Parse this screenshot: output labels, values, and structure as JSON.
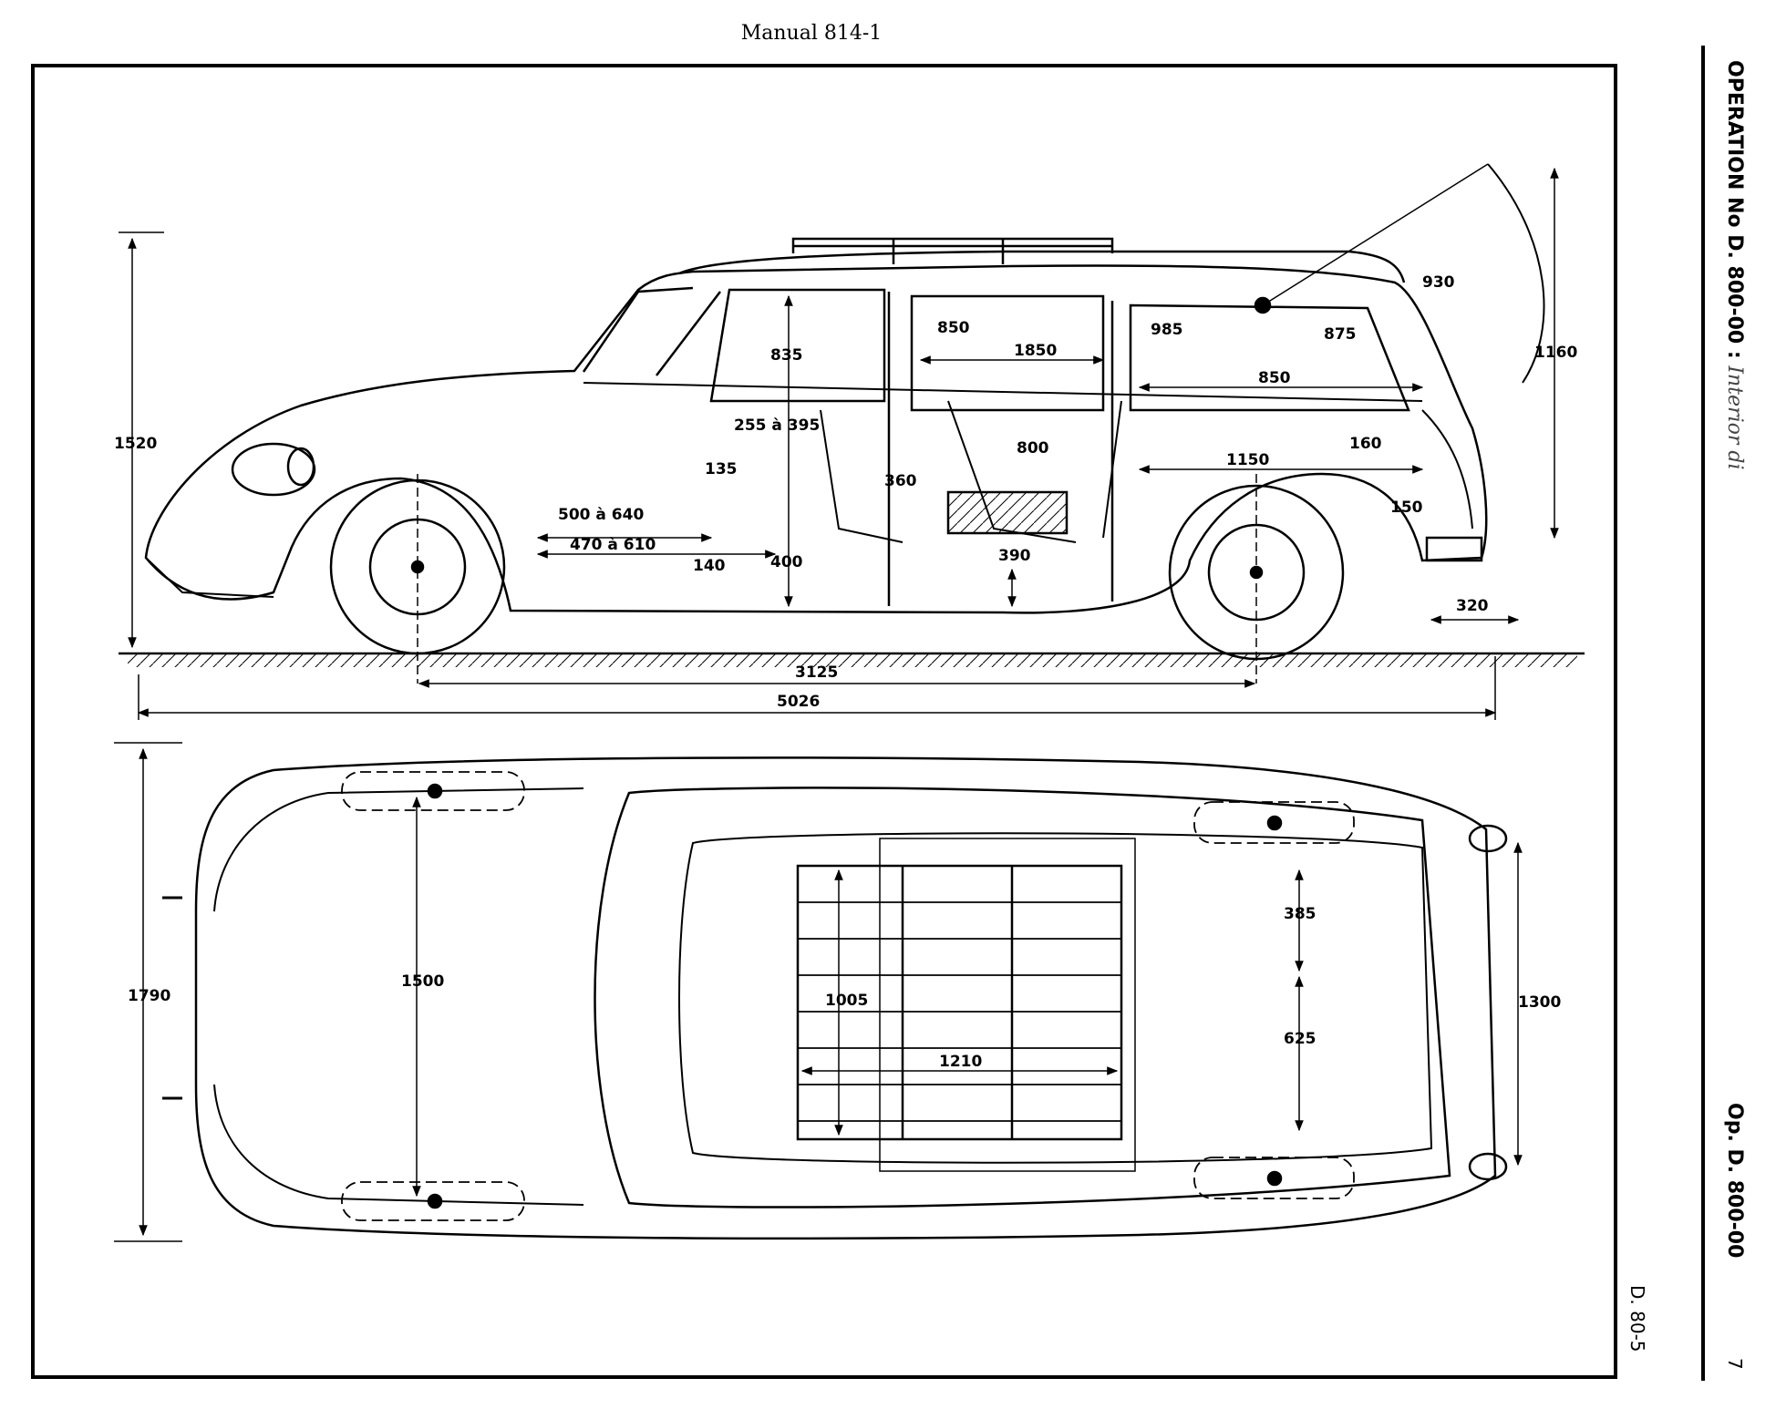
{
  "header": {
    "manual": "Manual 814-1"
  },
  "side_text": {
    "operation_title": "OPERATION No D. 800-00 :",
    "operation_subtitle": "Interior di",
    "operation_short": "Op. D. 800-00",
    "drawing_ref": "D. 80-5",
    "page_number": "7"
  },
  "side_view_dimensions": {
    "overall_height": "1520",
    "rear_height": "1160",
    "tailgate_arc": "930",
    "front_headroom": "835",
    "mid_headroom": "850",
    "rear_headroom": "985",
    "rear_door_clearance": "875",
    "interior_length": "1850",
    "cargo_length": "850",
    "cargo_floor_length": "1150",
    "seat_range": "255 à 395",
    "seat_back": "800",
    "cushion_height": "135",
    "pedal_reach": "360",
    "front_legroom": "500 à 640",
    "cushion_legroom": "470 à 610",
    "floor_step": "140",
    "front_seat_height": "400",
    "rear_seat_height": "390",
    "rear_step": "160",
    "bumper_height": "150",
    "rear_overhang": "320",
    "wheelbase": "3125",
    "overall_length": "5026"
  },
  "plan_view_dimensions": {
    "overall_width": "1790",
    "front_track": "1500",
    "rear_track": "1300",
    "rack_length": "1005",
    "rack_width": "1210",
    "floor_width_upper": "385",
    "floor_width_lower": "625"
  }
}
